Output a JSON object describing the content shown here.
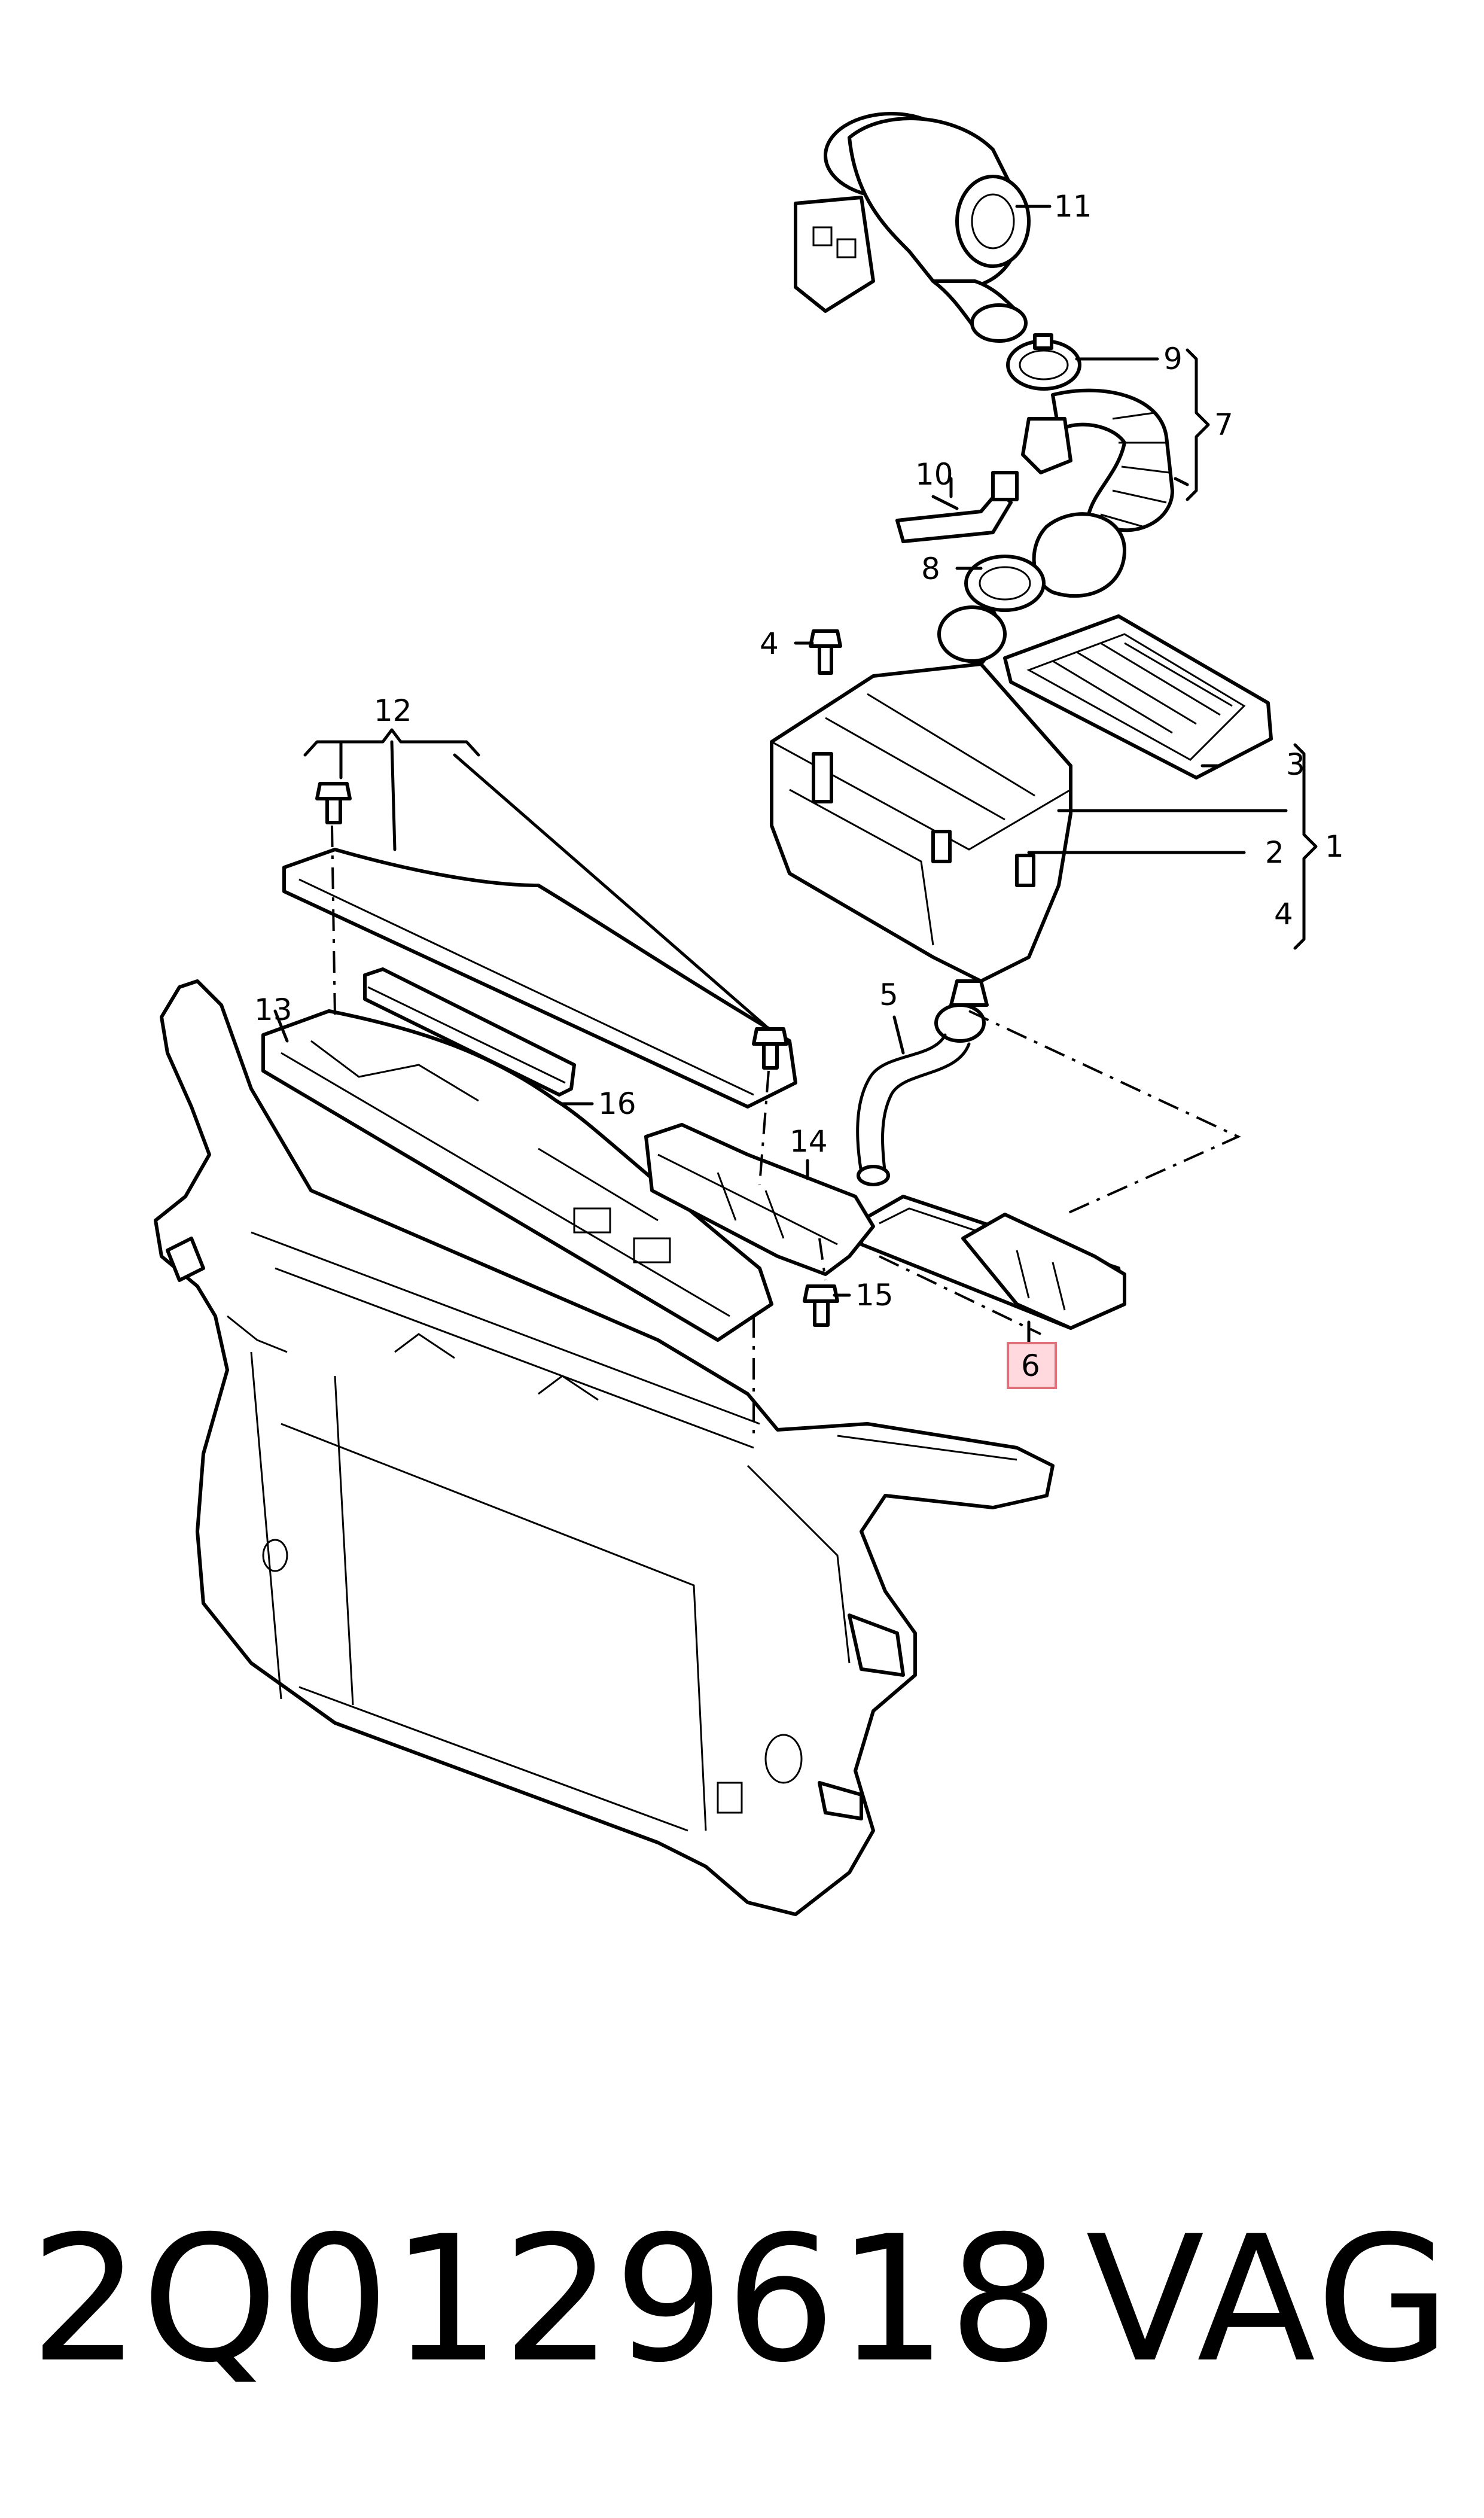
{
  "callouts": {
    "c1": "1",
    "c2": "2",
    "c3": "3",
    "c4": "4",
    "c4b": "4",
    "c5": "5",
    "c6": "6",
    "c7": "7",
    "c8": "8",
    "c9": "9",
    "c10": "10",
    "c11": "11",
    "c12": "12",
    "c13": "13",
    "c14": "14",
    "c15": "15",
    "c16": "16"
  },
  "highlighted_callout": "6",
  "highlight_color": "#ffd9de",
  "footer": {
    "part_number": "2Q0129618",
    "brand": "VAG"
  }
}
